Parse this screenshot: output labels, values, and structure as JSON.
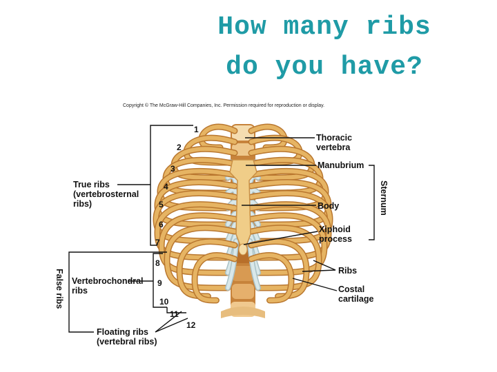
{
  "slide": {
    "title_line1": "How many ribs",
    "title_line2": "do you have?",
    "copyright": "Copyright © The McGraw-Hill Companies, Inc. Permission required for reproduction or display."
  },
  "labels": {
    "thoracic_vertebra": [
      "Thoracic",
      "vertebra"
    ],
    "manubrium": "Manubrium",
    "sternum": "Sternum",
    "body": "Body",
    "xiphoid_process": [
      "Xiphoid",
      "process"
    ],
    "ribs": "Ribs",
    "costal_cartilage": [
      "Costal",
      "cartilage"
    ],
    "true_ribs": [
      "True ribs",
      "(vertebrosternal",
      "ribs)"
    ],
    "false_ribs": "False ribs",
    "vertebrochondral_ribs": [
      "Vertebrochondral",
      "ribs"
    ],
    "floating_ribs": [
      "Floating ribs",
      "(vertebral ribs)"
    ]
  },
  "rib_numbers": [
    "1",
    "2",
    "3",
    "4",
    "5",
    "6",
    "7",
    "8",
    "9",
    "10",
    "11",
    "12"
  ],
  "colors": {
    "title": "#1f9ba6",
    "bone": "#e6b463",
    "bone_light": "#f3d59a",
    "cartilage": "#d9e8ea",
    "line": "#111111"
  }
}
